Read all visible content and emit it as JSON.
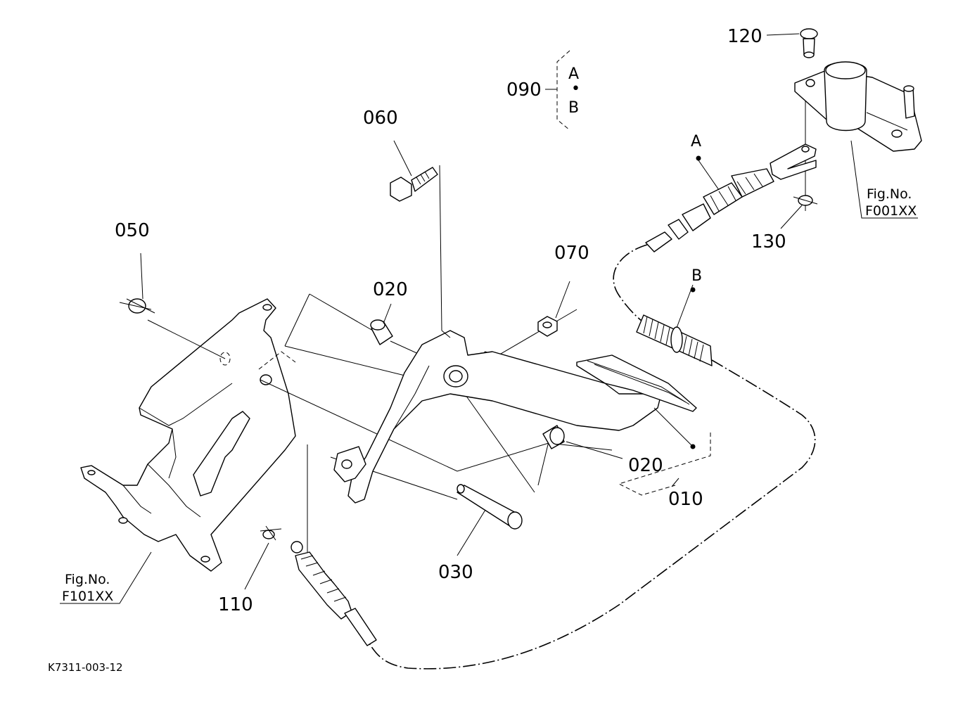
{
  "labels": {
    "p010": "010",
    "p020a": "020",
    "p020b": "020",
    "p030": "030",
    "p050": "050",
    "p060": "060",
    "p070": "070",
    "p090": "090",
    "p110": "110",
    "p120": "120",
    "p130": "130"
  },
  "refs": {
    "a": "A",
    "b": "B",
    "group_a": "A",
    "group_dot": "•",
    "group_b": "B"
  },
  "fig_refs": {
    "top_label": "Fig.No.",
    "top_code": "F001XX",
    "left_label": "Fig.No.",
    "left_code": "F101XX"
  },
  "drawing_id": "K7311-003-12"
}
